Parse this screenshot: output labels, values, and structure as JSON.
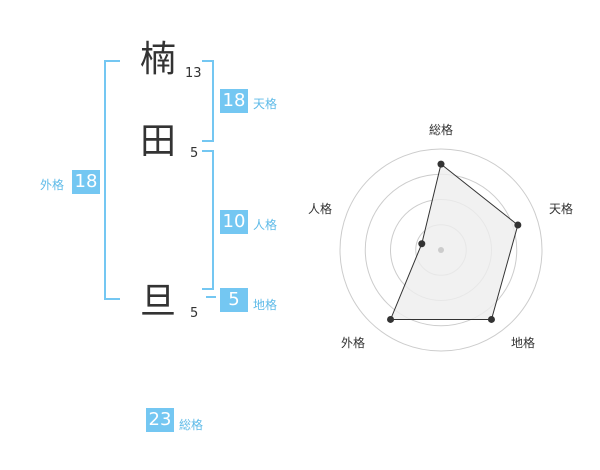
{
  "name": {
    "characters": [
      {
        "char": "楠",
        "strokes": "13"
      },
      {
        "char": "田",
        "strokes": "5"
      },
      {
        "char": "旦",
        "strokes": "5"
      }
    ]
  },
  "kakusu": {
    "tenkaku": {
      "value": "18",
      "label": "天格"
    },
    "jinkaku": {
      "value": "10",
      "label": "人格"
    },
    "chikaku": {
      "value": "5",
      "label": "地格"
    },
    "gaikaku": {
      "value": "18",
      "label": "外格"
    },
    "soukaku": {
      "value": "23",
      "label": "総格"
    }
  },
  "radar": {
    "axes": [
      "総格",
      "天格",
      "地格",
      "外格",
      "人格"
    ],
    "values": [
      0.85,
      0.8,
      0.85,
      0.85,
      0.2
    ],
    "colors": {
      "fill": "#eeeeee",
      "stroke": "#333333",
      "ring": "#cccccc",
      "center": "#cccccc"
    }
  }
}
